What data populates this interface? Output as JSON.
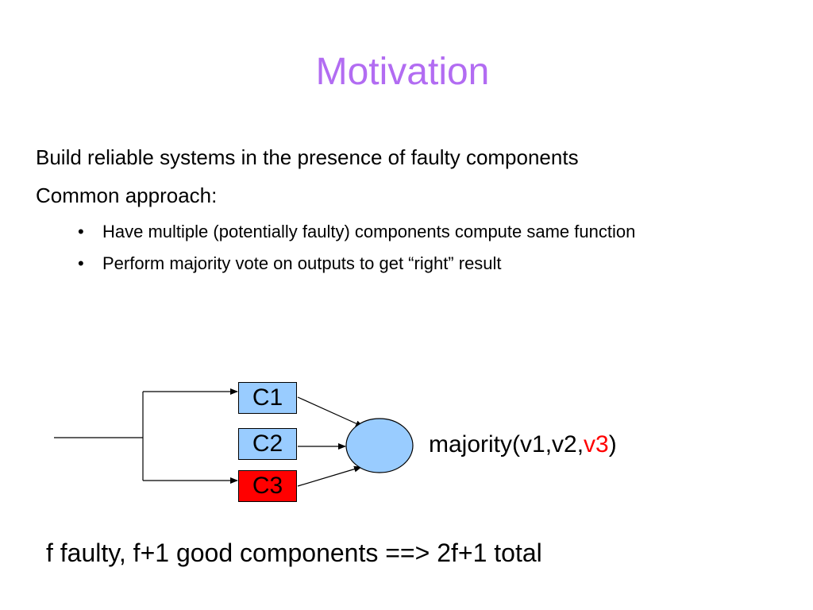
{
  "slide": {
    "title": "Motivation",
    "points": [
      "Build reliable systems in the presence of faulty components",
      "Common approach:"
    ],
    "sub_bullets": [
      "Have multiple (potentially faulty) components compute same function",
      "Perform majority vote on outputs to get “right” result"
    ],
    "bullet_glyph": "•"
  },
  "diagram": {
    "components": [
      {
        "label": "C1",
        "color": "#99ccff"
      },
      {
        "label": "C2",
        "color": "#99ccff"
      },
      {
        "label": "C3",
        "color": "#ff0000"
      }
    ],
    "voter_color": "#99ccff",
    "majority": {
      "prefix": "majority(v1,v2,",
      "faulty_value": "v3",
      "suffix": ")",
      "faulty_color": "#ff0000"
    }
  },
  "footer": "f faulty, f+1 good components ==> 2f+1 total",
  "colors": {
    "title": "#b26cf2",
    "text": "#000000",
    "background": "#ffffff"
  }
}
